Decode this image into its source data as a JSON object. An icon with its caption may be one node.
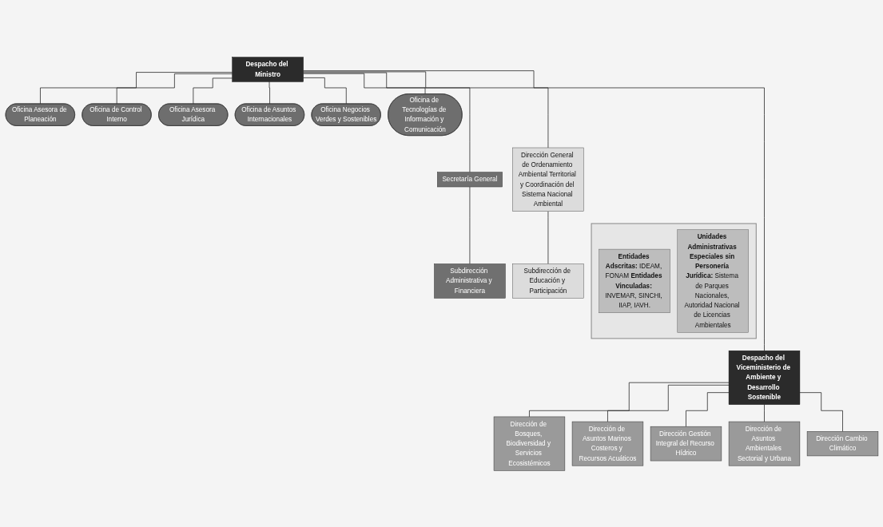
{
  "diagram": {
    "nodes": [
      {
        "text": [
          "Despacho del Ministro"
        ]
      },
      {
        "text": [
          "Oficina Asesora de Planeación"
        ]
      },
      {
        "text": [
          "Oficina de Control Interno"
        ]
      },
      {
        "text": [
          "Oficina Asesora Jurídica"
        ]
      },
      {
        "text": [
          "Oficina de Asuntos Internacionales"
        ]
      },
      {
        "text": [
          "Oficina Negocios Verdes y Sostenibles"
        ]
      },
      {
        "text": [
          "Oficina de Tecnologías de Información y Comunicación"
        ]
      },
      {
        "text": [
          "Secretaría General"
        ]
      },
      {
        "text": [
          "Dirección General de Ordenamiento Ambiental Territorial y Coordinación del Sistema Nacional Ambiental"
        ]
      },
      {
        "text": [
          "Subdirección Administrativa y Financiera"
        ]
      },
      {
        "text": [
          "Subdirección de Educación y Participación"
        ]
      },
      {
        "text": [
          "Despacho del Viceministerio de Ambiente y Desarrollo Sostenible"
        ]
      },
      {
        "text": [],
        "shape": "box"
      },
      {
        "text": [
          "**Entidades Adscritas:** IDEAM, FONAM **Entidades Vinculadas:** INVEMAR, SINCHI, IIAP, IAVH."
        ],
        "in": 12
      },
      {
        "text": [
          "**Unidades Administrativas Especiales sin Personería Jurídica:** Sistema de Parques Nacionales, Autoridad Nacional de Licencias Ambientales"
        ],
        "in": 12
      },
      {
        "text": [
          "Dirección de Bosques, Biodiversidad y Servicios Ecosistémicos"
        ]
      },
      {
        "text": [
          "Dirección de Asuntos Marinos Costeros y Recursos Acuáticos"
        ]
      },
      {
        "text": [
          "Dirección Gestión Integral del Recurso Hídrico"
        ]
      },
      {
        "text": [
          "Dirección de Asuntos Ambientales Sectorial y Urbana"
        ]
      },
      {
        "text": [
          "Dirección Cambio Climático"
        ]
      }
    ],
    "edges": [
      {
        "from": 0,
        "to": 1,
        "arrow": "none"
      },
      {
        "from": 0,
        "to": 2,
        "arrow": "none"
      },
      {
        "from": 0,
        "to": 3,
        "arrow": "none"
      },
      {
        "from": 0,
        "to": 4,
        "arrow": "none"
      },
      {
        "from": 0,
        "to": 5,
        "arrow": "none"
      },
      {
        "from": 0,
        "to": 6,
        "arrow": "none"
      },
      {
        "from": 0,
        "to": 7,
        "arrow": "none"
      },
      {
        "from": 0,
        "to": 8,
        "arrow": "none"
      },
      {
        "from": 7,
        "to": 9,
        "arrow": "none"
      },
      {
        "from": 8,
        "to": 10,
        "arrow": "none"
      },
      {
        "from": 0,
        "to": 11,
        "arrow": "none"
      },
      {
        "from": 11,
        "to": 15,
        "arrow": "none"
      },
      {
        "from": 11,
        "to": 16,
        "arrow": "none"
      },
      {
        "from": 11,
        "to": 17,
        "arrow": "none"
      },
      {
        "from": 11,
        "to": 18,
        "arrow": "none"
      },
      {
        "from": 11,
        "to": 19,
        "arrow": "none"
      }
    ]
  }
}
